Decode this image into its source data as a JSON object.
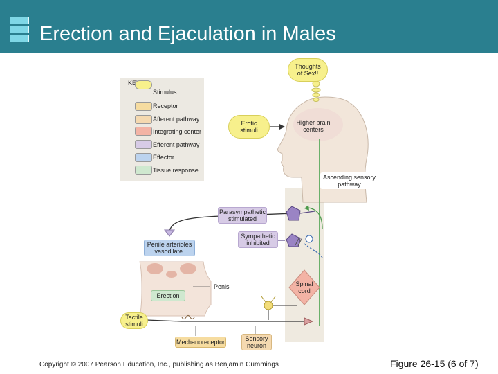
{
  "header": {
    "title": "Erection and Ejaculation in Males"
  },
  "key": {
    "title": "KEY",
    "items": [
      {
        "label": "Stimulus",
        "color": "#f7f08c"
      },
      {
        "label": "Receptor",
        "color": "#f6dca0"
      },
      {
        "label": "Afferent pathway",
        "color": "#f5d9b0"
      },
      {
        "label": "Integrating center",
        "color": "#f3b3a5"
      },
      {
        "label": "Efferent pathway",
        "color": "#d7cbe6"
      },
      {
        "label": "Effector",
        "color": "#bcd3ee"
      },
      {
        "label": "Tissue response",
        "color": "#cfe8cf"
      }
    ]
  },
  "diagram": {
    "thoughts": "Thoughts\nof Sex!!",
    "erotic_stimuli": "Erotic\nstimuli",
    "higher_brain_centers": "Higher brain\ncenters",
    "ascending_pathway": "Ascending sensory\npathway",
    "parasympathetic": "Parasympathetic\nstimulated",
    "sympathetic": "Sympathetic\ninhibited",
    "penile_arterioles": "Penile arterioles\nvasodilate.",
    "penis": "Penis",
    "erection": "Erection",
    "spinal_cord": "Spinal\ncord",
    "tactile_stimuli": "Tactile\nstimuli",
    "mechanoreceptor": "Mechanoreceptor",
    "sensory_neuron": "Sensory\nneuron",
    "minus_sign": "−"
  },
  "footer": {
    "copyright": "Copyright © 2007 Pearson Education, Inc., publishing as Benjamin Cummings",
    "figure": "Figure 26-15 (6 of 7)"
  }
}
